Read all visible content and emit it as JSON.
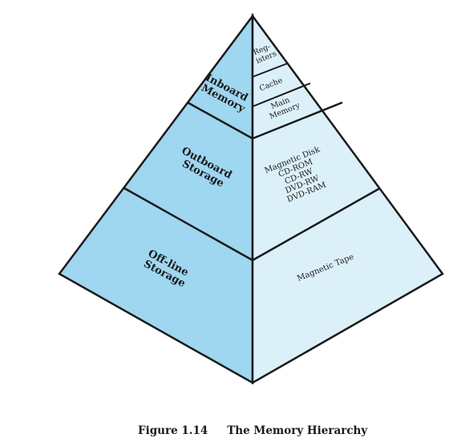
{
  "diagram": {
    "left_face_color": "#9fd6f0",
    "right_face_color": "#dcf0fa",
    "line_color": "#1a1a1a",
    "levels_left": [
      {
        "id": "inboard",
        "lines": [
          "Inboard",
          "Memory"
        ]
      },
      {
        "id": "outboard",
        "lines": [
          "Outboard",
          "Storage"
        ]
      },
      {
        "id": "offline",
        "lines": [
          "Off-line",
          "Storage"
        ]
      }
    ],
    "levels_right": [
      {
        "id": "registers",
        "lines": [
          "Reg-",
          "isters"
        ]
      },
      {
        "id": "cache",
        "lines": [
          "Cache"
        ]
      },
      {
        "id": "main-memory",
        "lines": [
          "Main",
          "Memory"
        ]
      },
      {
        "id": "outboard-devices",
        "lines": [
          "Magnetic Disk",
          "CD-ROM",
          "CD-RW",
          "DVD-RW",
          "DVD-RAM"
        ]
      },
      {
        "id": "tape",
        "lines": [
          "Magnetic Tape"
        ]
      }
    ]
  },
  "caption": {
    "figure_number": "Figure 1.14",
    "title": "The Memory Hierarchy"
  }
}
